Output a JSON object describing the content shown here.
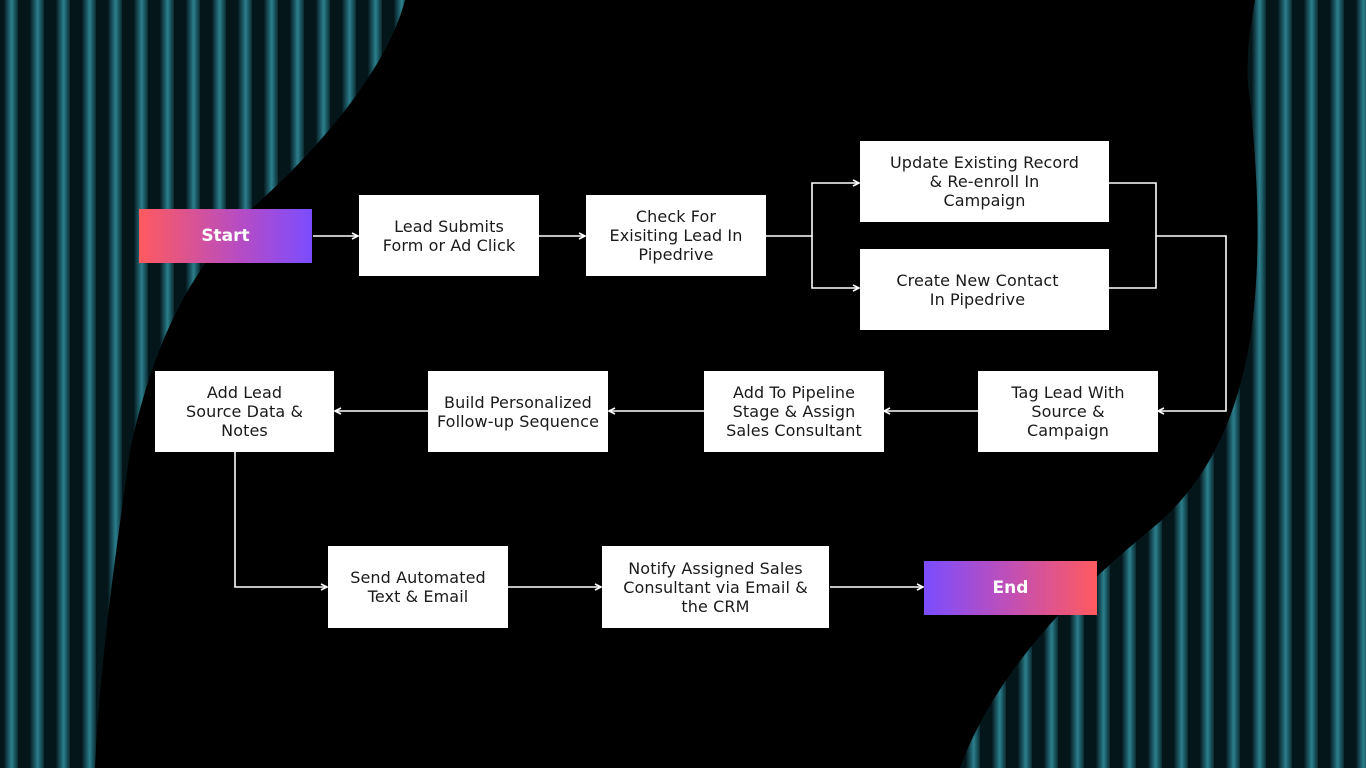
{
  "colors": {
    "background": "#000000",
    "stripe_dark": "#0a2b33",
    "stripe_light": "#2a7f8c",
    "node_fill": "#ffffff",
    "node_text": "#1a1a1a",
    "edge": "#ffffff",
    "start_gradient": [
      "#ff5a5f",
      "#7b4dff"
    ],
    "end_gradient": [
      "#7b4dff",
      "#ff5a5f"
    ]
  },
  "nodes": {
    "start": "Start",
    "lead_submits": "Lead Submits Form or Ad Click",
    "check_existing": "Check For Exisiting Lead In Pipedrive",
    "update_existing": "Update Existing Record & Re-enroll In Campaign",
    "create_contact": "Create New Contact In Pipedrive",
    "tag_lead": "Tag Lead With Source & Campaign",
    "add_pipeline": "Add To Pipeline Stage & Assign Sales Consultant",
    "build_sequence": "Build Personalized Follow-up Sequence",
    "add_source": "Add Lead Source Data & Notes",
    "send_text": "Send Automated Text & Email",
    "notify": "Notify Assigned Sales Consultant via Email & the CRM",
    "end": "End"
  },
  "edges": [
    {
      "from": "start",
      "to": "lead_submits"
    },
    {
      "from": "lead_submits",
      "to": "check_existing"
    },
    {
      "from": "check_existing",
      "to": "update_existing"
    },
    {
      "from": "check_existing",
      "to": "create_contact"
    },
    {
      "from": "update_existing",
      "to": "tag_lead"
    },
    {
      "from": "create_contact",
      "to": "tag_lead"
    },
    {
      "from": "tag_lead",
      "to": "add_pipeline"
    },
    {
      "from": "add_pipeline",
      "to": "build_sequence"
    },
    {
      "from": "build_sequence",
      "to": "add_source"
    },
    {
      "from": "add_source",
      "to": "send_text"
    },
    {
      "from": "send_text",
      "to": "notify"
    },
    {
      "from": "notify",
      "to": "end"
    }
  ]
}
